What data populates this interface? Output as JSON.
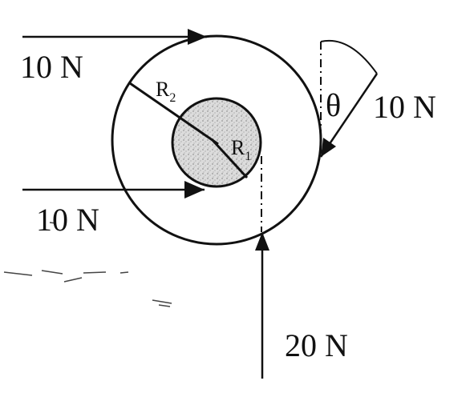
{
  "figure": {
    "forces": {
      "top_left": "10 N",
      "middle_left": "10 N",
      "right_angled": "10 N",
      "bottom": "20 N"
    },
    "radii": {
      "outer": {
        "letter": "R",
        "subscript": "2"
      },
      "inner": {
        "letter": "R",
        "subscript": "1"
      }
    },
    "angle_symbol": "θ",
    "colors": {
      "ink": "#111111",
      "inner_disc_fill": "#d9d9d9",
      "background": "#ffffff"
    }
  }
}
